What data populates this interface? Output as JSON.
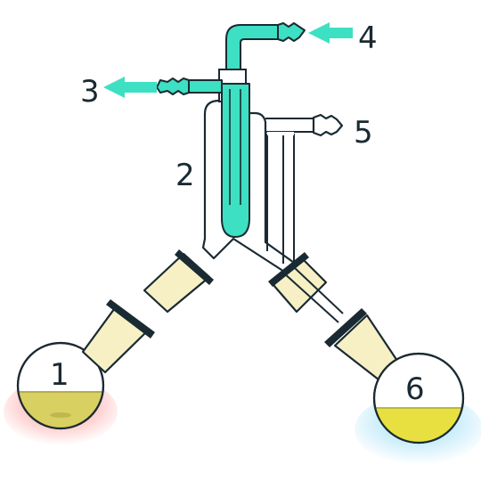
{
  "labels": {
    "flask_source": "1",
    "still_head": "2",
    "water_out": "3",
    "water_in": "4",
    "vacuum_adapter": "5",
    "flask_receiver": "6"
  },
  "colors": {
    "coolant": "#3de0c2",
    "joint": "#f6f0c4",
    "liquid_source": "#d8d060",
    "liquid_receiver": "#e8e040",
    "heat_glow": "#ff6f6f",
    "cold_glow": "#7fd4f5",
    "outline": "#1a2a33"
  }
}
